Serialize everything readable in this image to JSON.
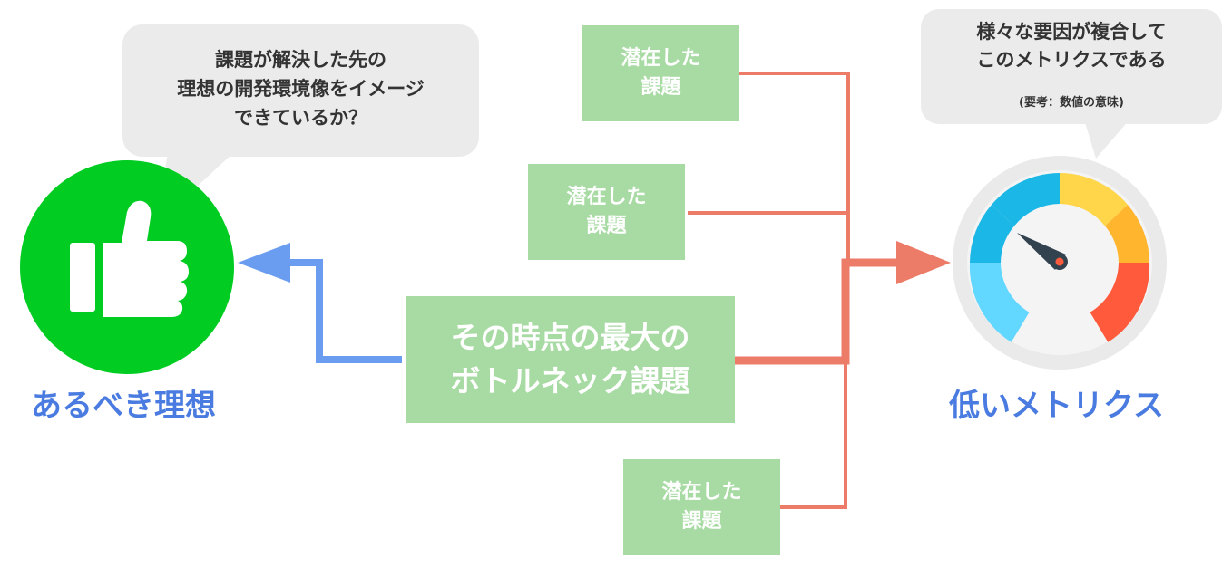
{
  "ideal": {
    "bubble_text": "課題が解決した先の\n理想の開発環境像をイメージ\nできているか？",
    "label": "あるべき理想",
    "icon": "thumbs-up-icon",
    "circle_color": "#00cc22"
  },
  "metrics": {
    "bubble_text": "様々な要因が複合して\nこのメトリクスである",
    "bubble_note": "(要考：数値の意味)",
    "label": "低いメトリクス",
    "icon": "speedometer-icon"
  },
  "bottleneck": {
    "label": "その時点の最大の\nボトルネック課題"
  },
  "latent_issues": [
    {
      "label": "潜在した\n課題"
    },
    {
      "label": "潜在した\n課題"
    },
    {
      "label": "潜在した\n課題"
    }
  ],
  "colors": {
    "box": "#a8dba4",
    "arrow_to_ideal": "#6a9cf0",
    "arrow_to_metrics": "#ec7b68",
    "label_text": "#4a7be0",
    "bubble": "#ebebeb"
  }
}
